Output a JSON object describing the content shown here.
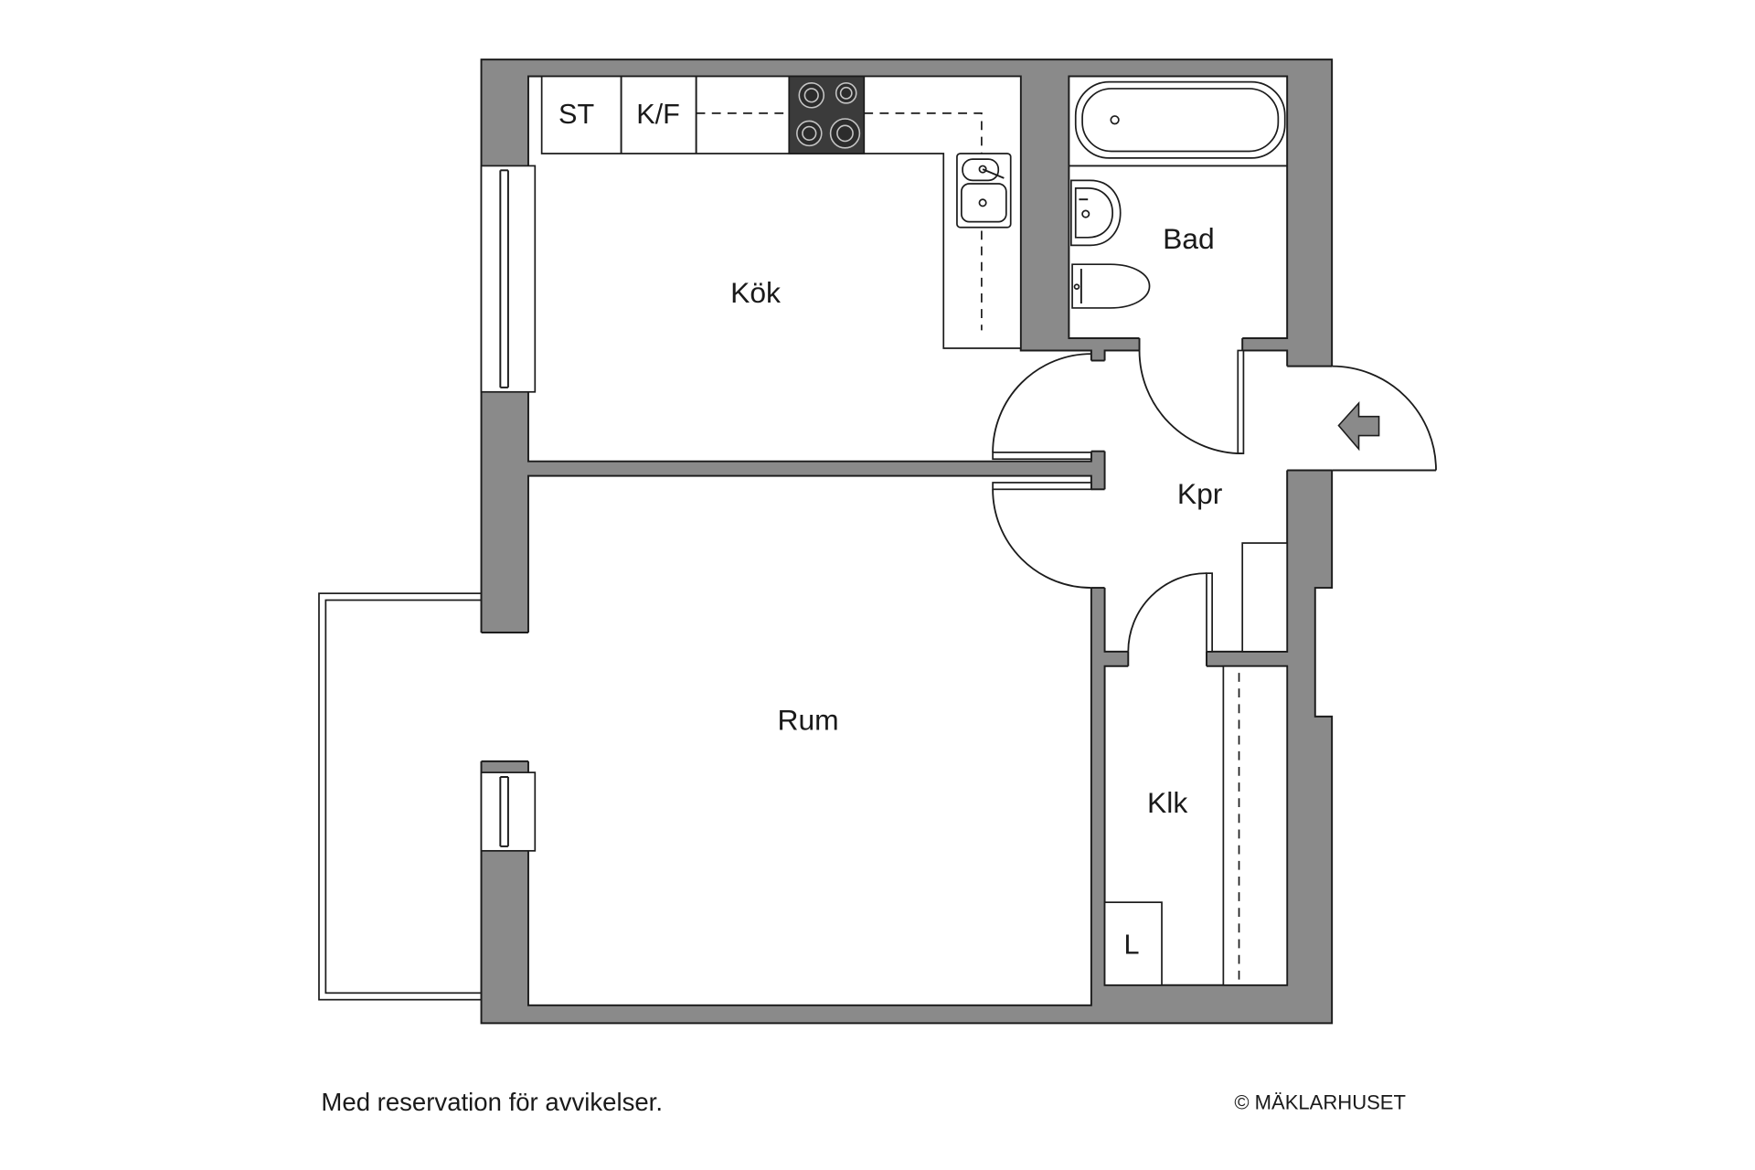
{
  "rooms": {
    "kitchen": "Kök",
    "bathroom": "Bad",
    "hall": "Kpr",
    "living_room": "Rum",
    "closet": "Klk"
  },
  "fixtures": {
    "st_box": "ST",
    "kf_box": "K/F",
    "l_box": "L"
  },
  "footer": {
    "disclaimer": "Med reservation för avvikelser.",
    "copyright": "© MÄKLARHUSET"
  },
  "colors": {
    "wall": "#8a8a8a",
    "line": "#1c1c1c",
    "stove": "#3b3b3b",
    "background": "#ffffff"
  },
  "icons": {
    "entrance": "entrance-arrow-icon"
  }
}
